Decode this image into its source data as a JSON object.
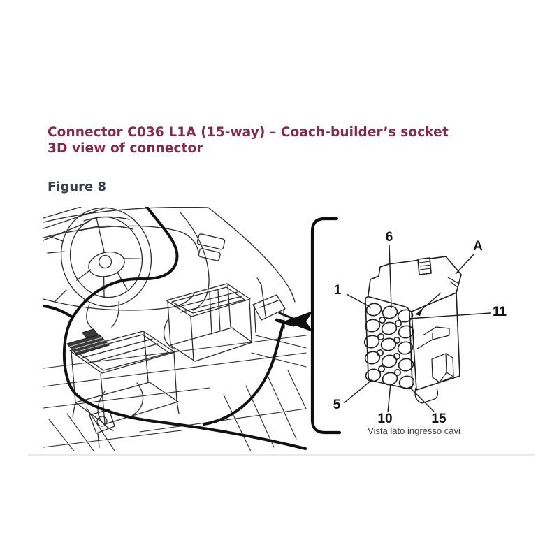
{
  "page": {
    "background_color": "#ffffff"
  },
  "header": {
    "title_line1": "Connector C036 L1A (15-way) – Coach-builder’s socket",
    "title_line2": "3D view of connector",
    "title_color": "#84294a"
  },
  "figure": {
    "label": "Figure 8",
    "label_color": "#3a3e4b",
    "caption": "Vista lato ingresso cavi",
    "connector_ways": 15,
    "line_art_color": "#2b2b2b",
    "callouts": [
      {
        "id": "pin-1",
        "label": "1"
      },
      {
        "id": "pin-5",
        "label": "5"
      },
      {
        "id": "pin-6",
        "label": "6"
      },
      {
        "id": "pin-10",
        "label": "10"
      },
      {
        "id": "pin-11",
        "label": "11"
      },
      {
        "id": "pin-15",
        "label": "15"
      },
      {
        "id": "detail-a",
        "label": "A"
      }
    ]
  }
}
